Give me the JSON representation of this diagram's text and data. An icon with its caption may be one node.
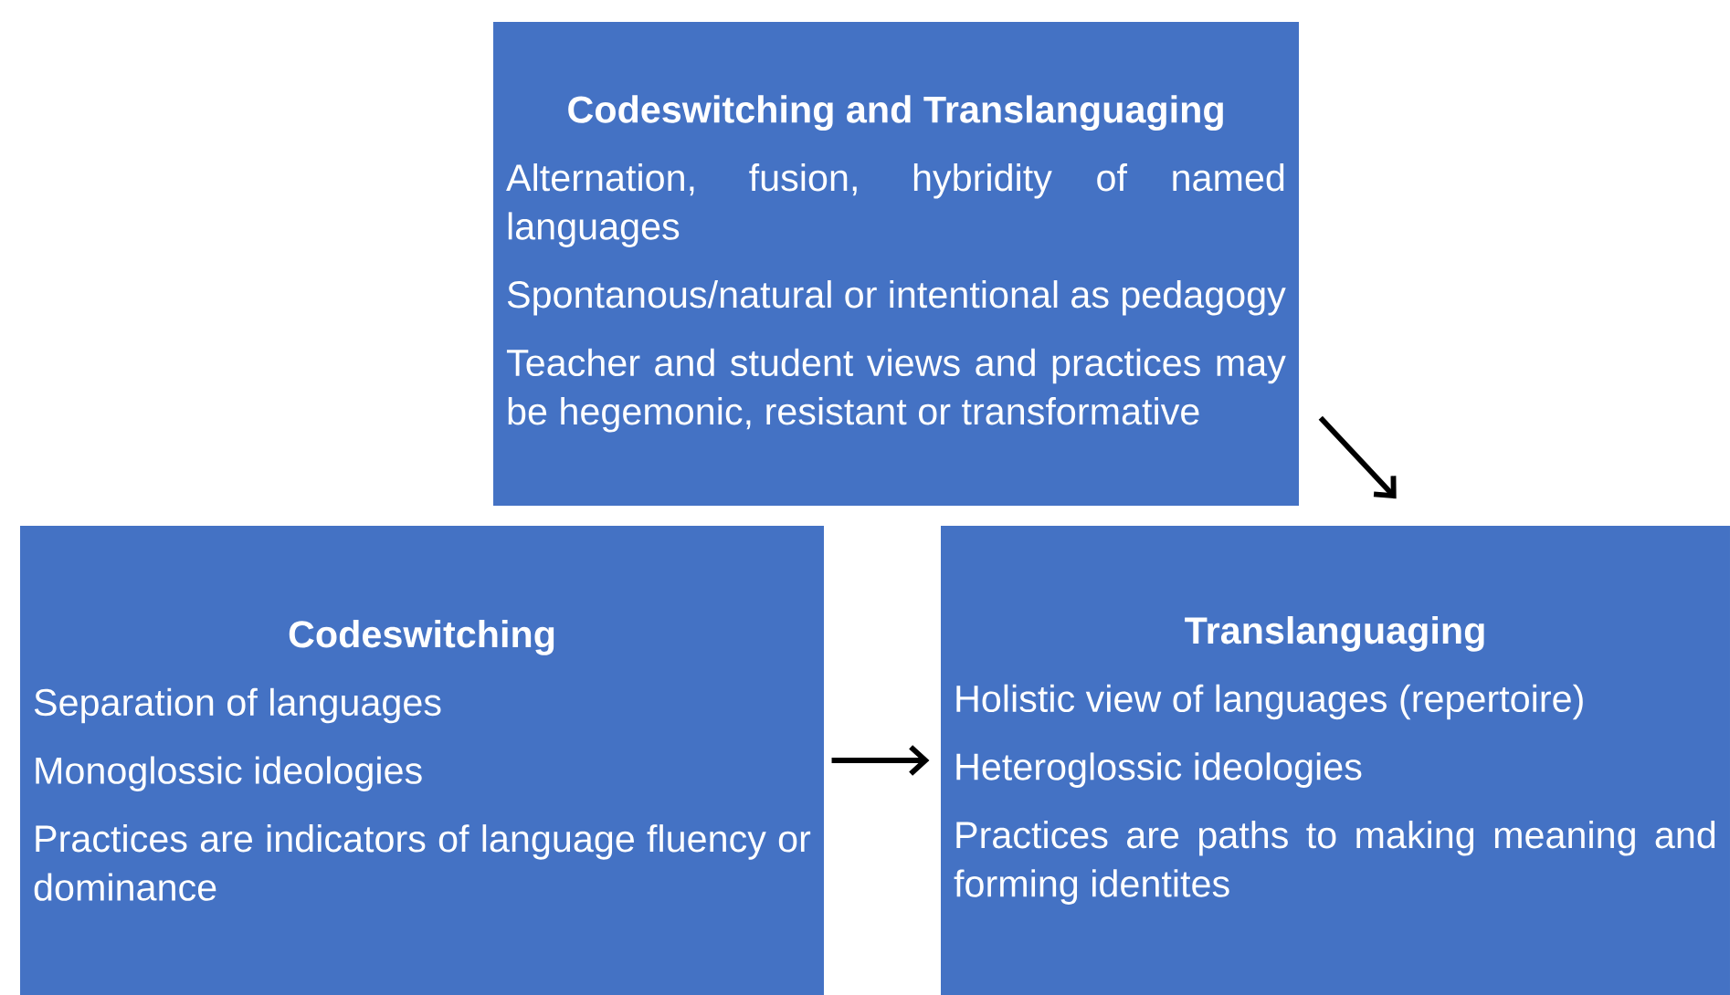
{
  "diagram": {
    "nodes": [
      {
        "text": [
          "Codeswitching and Translanguaging",
          "Alternation, fusion, hybridity of named languages",
          "Spontanous/natural or intentional as pedagogy",
          "Teacher and student views and practices may be hegemonic, resistant or transformative"
        ]
      },
      {
        "text": [
          "Codeswitching",
          "Separation of languages",
          "Monoglossic ideologies",
          "Practices are indicators of language fluency or dominance"
        ]
      },
      {
        "text": [
          "Translanguaging",
          "Holistic view of languages (repertoire)",
          "Heteroglossic ideologies",
          "Practices are paths to making meaning and forming identites"
        ]
      }
    ],
    "edges": [
      {
        "from": 0,
        "to": 2,
        "arrow": "to"
      },
      {
        "from": 1,
        "to": 2,
        "arrow": "to"
      }
    ]
  }
}
